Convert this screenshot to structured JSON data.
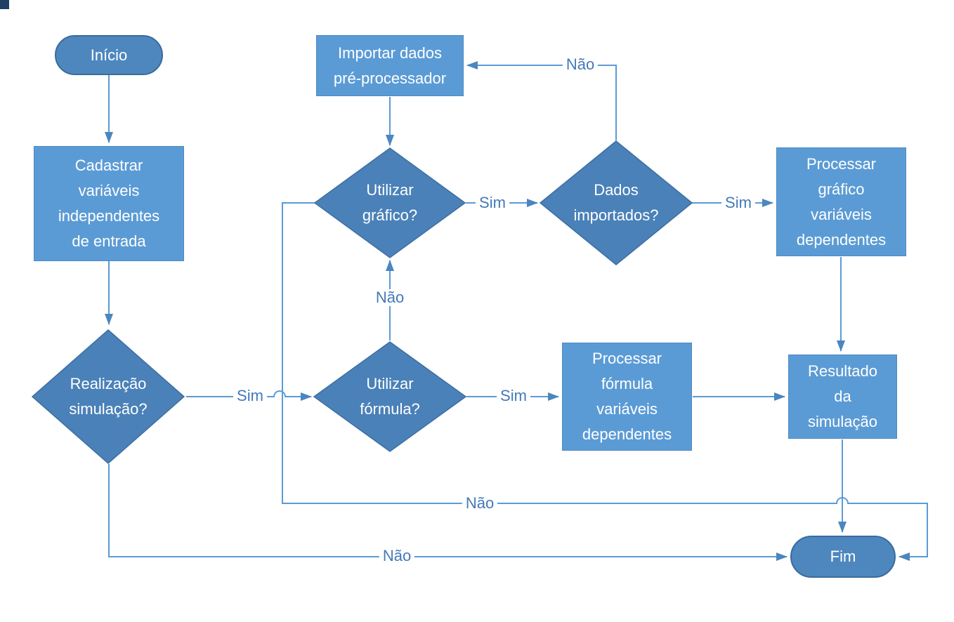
{
  "diagram": {
    "title": "Fluxograma de simulação (pt-BR)",
    "colors": {
      "process_fill": "#5B9BD5",
      "process_border": "#4A8AC4",
      "decision_fill": "#4A81B8",
      "decision_border": "#3D6FA3",
      "terminator_fill": "#4D87BE",
      "terminator_border": "#3A6B9E",
      "connector": "#5B9BD5",
      "arrowhead": "#4B86BF",
      "edge_label_text": "#4479B8",
      "node_text": "#FFFFFF",
      "corner_artifact": "#1F3F63"
    },
    "nodes": {
      "inicio": {
        "type": "terminator",
        "label": "Início"
      },
      "cadastrar": {
        "type": "process",
        "label": "Cadastrar\nvariáveis\nindependentes\nde entrada"
      },
      "realizacao": {
        "type": "decision",
        "label": "Realização\nsimulação?"
      },
      "importar": {
        "type": "process",
        "label": "Importar dados\npré-processador"
      },
      "utilizar_grafico": {
        "type": "decision",
        "label": "Utilizar\ngráfico?"
      },
      "dados_importados": {
        "type": "decision",
        "label": "Dados\nimportados?"
      },
      "processar_grafico": {
        "type": "process",
        "label": "Processar\ngráfico\nvariáveis\ndependentes"
      },
      "utilizar_formula": {
        "type": "decision",
        "label": "Utilizar\nfórmula?"
      },
      "processar_formula": {
        "type": "process",
        "label": "Processar\nfórmula\nvariáveis\ndependentes"
      },
      "resultado": {
        "type": "process",
        "label": "Resultado\nda\nsimulação"
      },
      "fim": {
        "type": "terminator",
        "label": "Fim"
      }
    },
    "edge_labels": {
      "sim_realizacao_formula": "Sim",
      "sim_grafico_dados": "Sim",
      "sim_dados_processar": "Sim",
      "sim_formula_processar": "Sim",
      "nao_dados_importar": "Não",
      "nao_formula_grafico": "Não",
      "nao_grafico_fim": "Não",
      "nao_realizacao_fim": "Não"
    },
    "edges": [
      {
        "from": "inicio",
        "to": "cadastrar",
        "label": ""
      },
      {
        "from": "cadastrar",
        "to": "realizacao",
        "label": ""
      },
      {
        "from": "realizacao",
        "to": "utilizar_formula",
        "label": "Sim"
      },
      {
        "from": "realizacao",
        "to": "fim",
        "label": "Não"
      },
      {
        "from": "utilizar_formula",
        "to": "utilizar_grafico",
        "label": "Não"
      },
      {
        "from": "utilizar_formula",
        "to": "processar_formula",
        "label": "Sim"
      },
      {
        "from": "processar_formula",
        "to": "resultado",
        "label": ""
      },
      {
        "from": "importar",
        "to": "utilizar_grafico",
        "label": ""
      },
      {
        "from": "utilizar_grafico",
        "to": "dados_importados",
        "label": "Sim"
      },
      {
        "from": "utilizar_grafico",
        "to": "fim",
        "label": "Não"
      },
      {
        "from": "dados_importados",
        "to": "importar",
        "label": "Não"
      },
      {
        "from": "dados_importados",
        "to": "processar_grafico",
        "label": "Sim"
      },
      {
        "from": "processar_grafico",
        "to": "resultado",
        "label": ""
      },
      {
        "from": "resultado",
        "to": "fim",
        "label": ""
      }
    ]
  }
}
